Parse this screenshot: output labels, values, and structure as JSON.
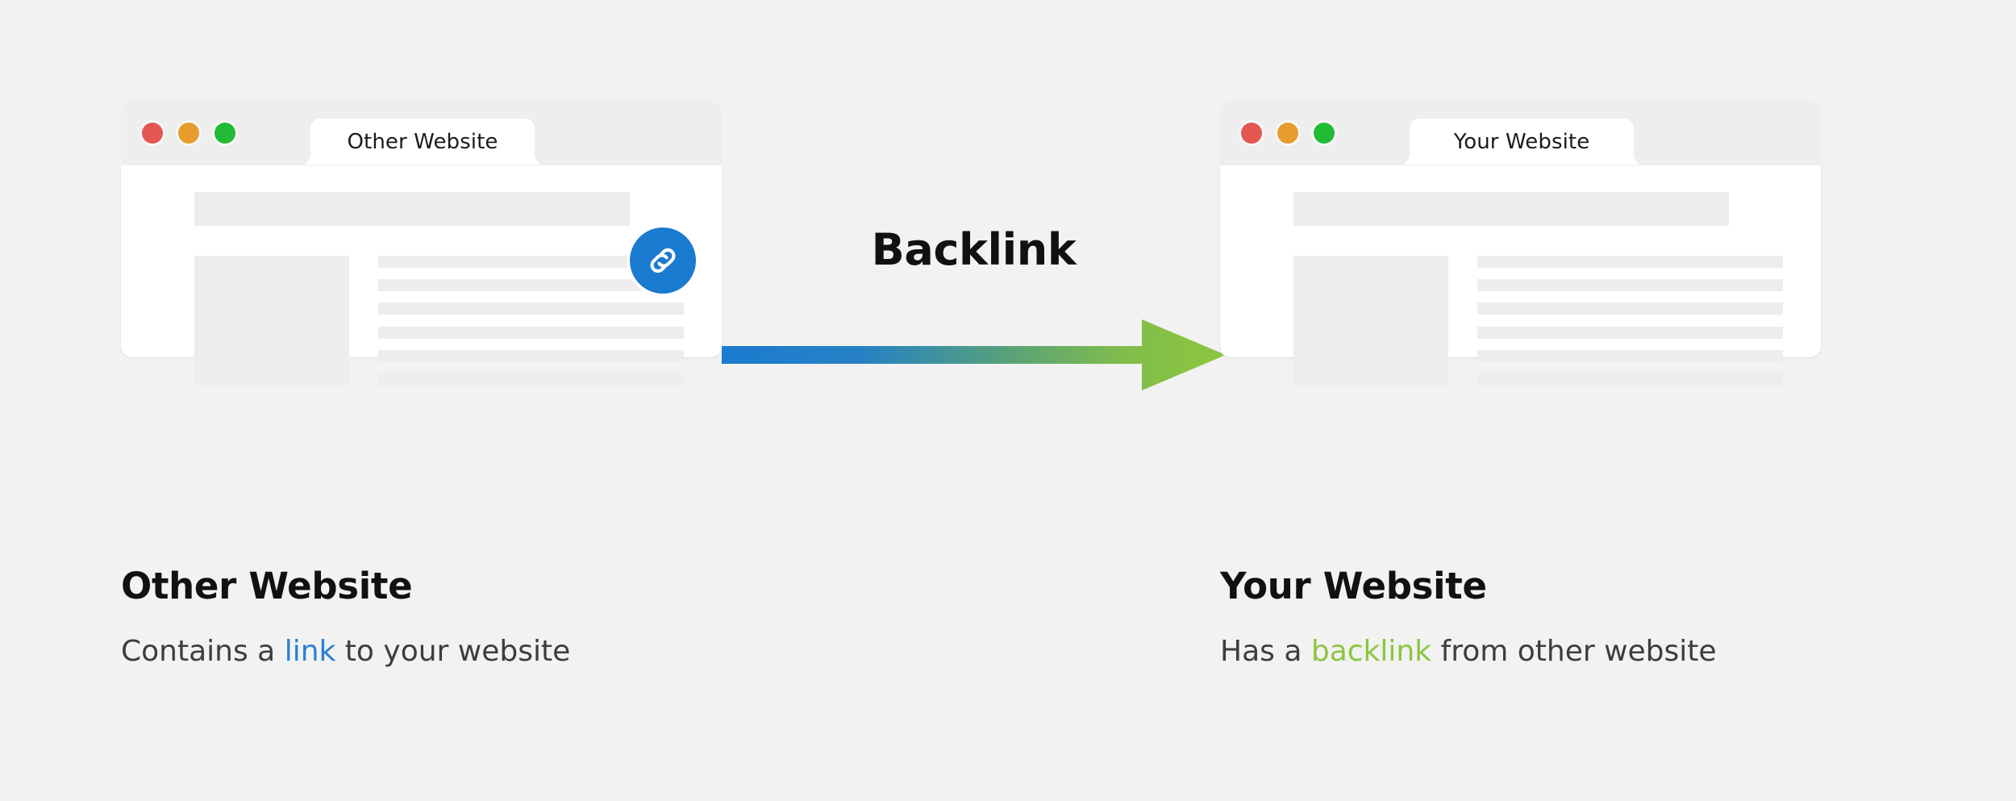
{
  "background_color": "#f2f2f2",
  "colors": {
    "traffic_red": "#e4564f",
    "traffic_amber": "#e79c2c",
    "traffic_green": "#22bb35",
    "link_badge_blue": "#1b7bd0",
    "arrow_gradient_start": "#1b7bd0",
    "arrow_gradient_end": "#8cc63f",
    "skeleton_gray": "#ededed",
    "chrome_gray": "#eeeeee",
    "link_text_blue": "#2a7fd4",
    "backlink_text_green": "#8cc63f",
    "title_black": "#111111",
    "subtitle_gray": "#3d3d3d"
  },
  "left_window": {
    "tab_label": "Other Website",
    "traffic_lights": [
      "close-red",
      "minimize-amber",
      "maximize-green"
    ],
    "badge_icon": "link-icon",
    "skeleton": {
      "header_bar": true,
      "image_block": true,
      "text_lines": 6
    }
  },
  "right_window": {
    "tab_label": "Your Website",
    "traffic_lights": [
      "close-red",
      "minimize-amber",
      "maximize-green"
    ],
    "skeleton": {
      "header_bar": true,
      "image_block": true,
      "text_lines": 6
    }
  },
  "connector": {
    "label": "Backlink",
    "direction": "left-to-right",
    "arrow_icon": "arrow-right-icon"
  },
  "captions": {
    "left": {
      "title": "Other Website",
      "sub_before": "Contains a ",
      "sub_highlight": "link",
      "sub_after": " to your website"
    },
    "right": {
      "title": "Your Website",
      "sub_before": "Has a ",
      "sub_highlight": "backlink",
      "sub_after": " from other website"
    }
  }
}
